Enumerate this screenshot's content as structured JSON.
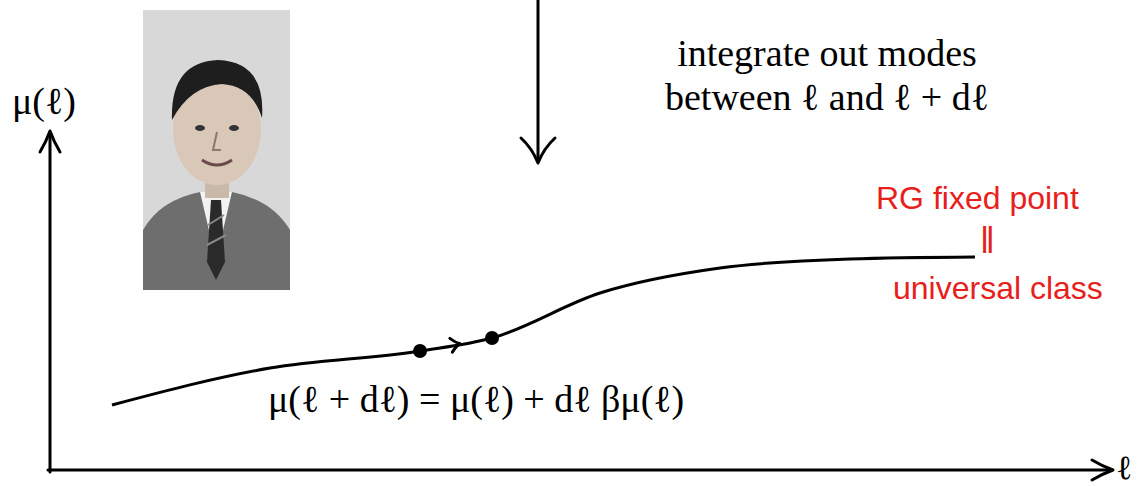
{
  "diagram": {
    "labels": [
      "integrate out modes between ℓ and ℓ + dℓ",
      "μ(ℓ)",
      "μ(ℓ + dℓ) = μ(ℓ) + dℓ βμ(ℓ)",
      "ℓ",
      "RG fixed point",
      "‖",
      "universal class"
    ]
  }
}
